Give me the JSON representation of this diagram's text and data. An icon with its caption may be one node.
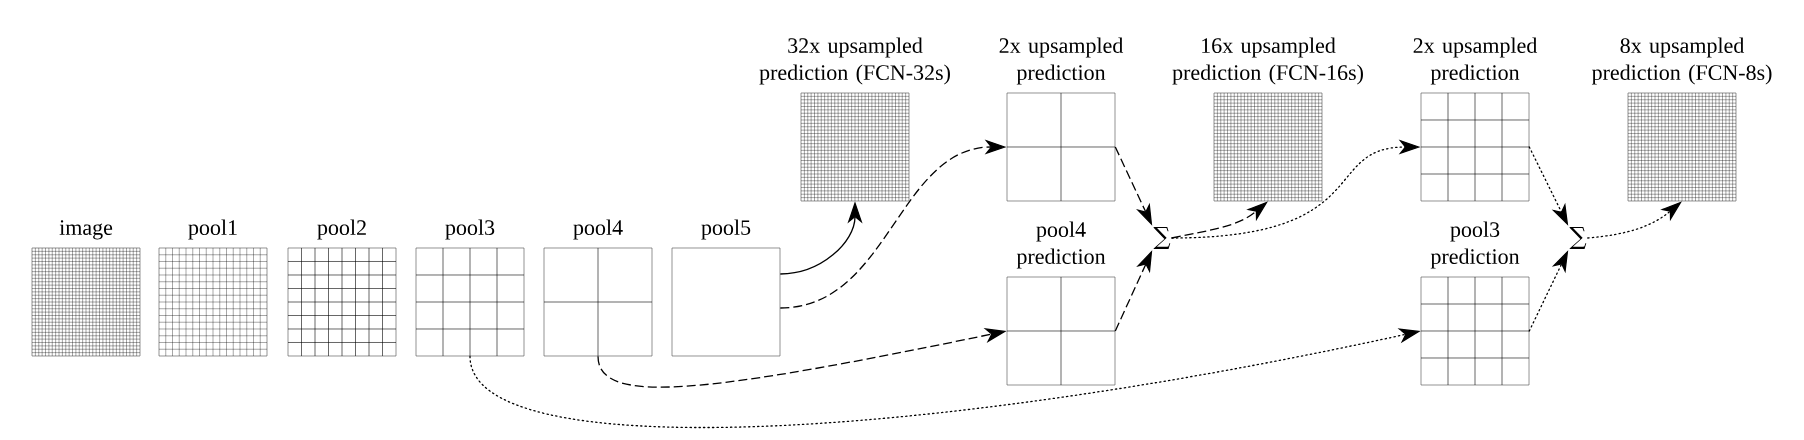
{
  "diagram": {
    "nodes": [
      {
        "text": [
          "image"
        ]
      },
      {
        "text": [
          "pool1"
        ]
      },
      {
        "text": [
          "pool2"
        ]
      },
      {
        "text": [
          "pool3"
        ]
      },
      {
        "text": [
          "pool4"
        ]
      },
      {
        "text": [
          "pool5"
        ]
      },
      {
        "text": [
          "32x upsampled prediction (FCN-32s)"
        ]
      },
      {
        "text": [
          "2x upsampled prediction"
        ]
      },
      {
        "text": [
          "pool4 prediction"
        ]
      },
      {
        "text": [
          "∑"
        ]
      },
      {
        "text": [
          "16x upsampled prediction (FCN-16s)"
        ]
      },
      {
        "text": [
          "2x upsampled prediction"
        ]
      },
      {
        "text": [
          "pool3 prediction"
        ]
      },
      {
        "text": [
          "∑"
        ]
      },
      {
        "text": [
          "8x upsampled prediction (FCN-8s)"
        ]
      }
    ],
    "edges": [
      {
        "from": 5,
        "to": 6,
        "arrow": "to"
      },
      {
        "from": 5,
        "to": 7,
        "arrow": "to",
        "style": "dashed"
      },
      {
        "from": 4,
        "to": 8,
        "arrow": "to",
        "style": "dashed"
      },
      {
        "from": 7,
        "to": 9,
        "arrow": "to",
        "style": "dashed"
      },
      {
        "from": 8,
        "to": 9,
        "arrow": "to",
        "style": "dashed"
      },
      {
        "from": 9,
        "to": 10,
        "arrow": "to",
        "style": "dashed"
      },
      {
        "from": 9,
        "to": 11,
        "arrow": "to",
        "style": "dashed"
      },
      {
        "from": 3,
        "to": 12,
        "arrow": "to",
        "style": "dashed"
      },
      {
        "from": 11,
        "to": 13,
        "arrow": "to",
        "style": "dashed"
      },
      {
        "from": 12,
        "to": 13,
        "arrow": "to",
        "style": "dashed"
      },
      {
        "from": 13,
        "to": 14,
        "arrow": "to",
        "style": "dashed"
      }
    ]
  }
}
